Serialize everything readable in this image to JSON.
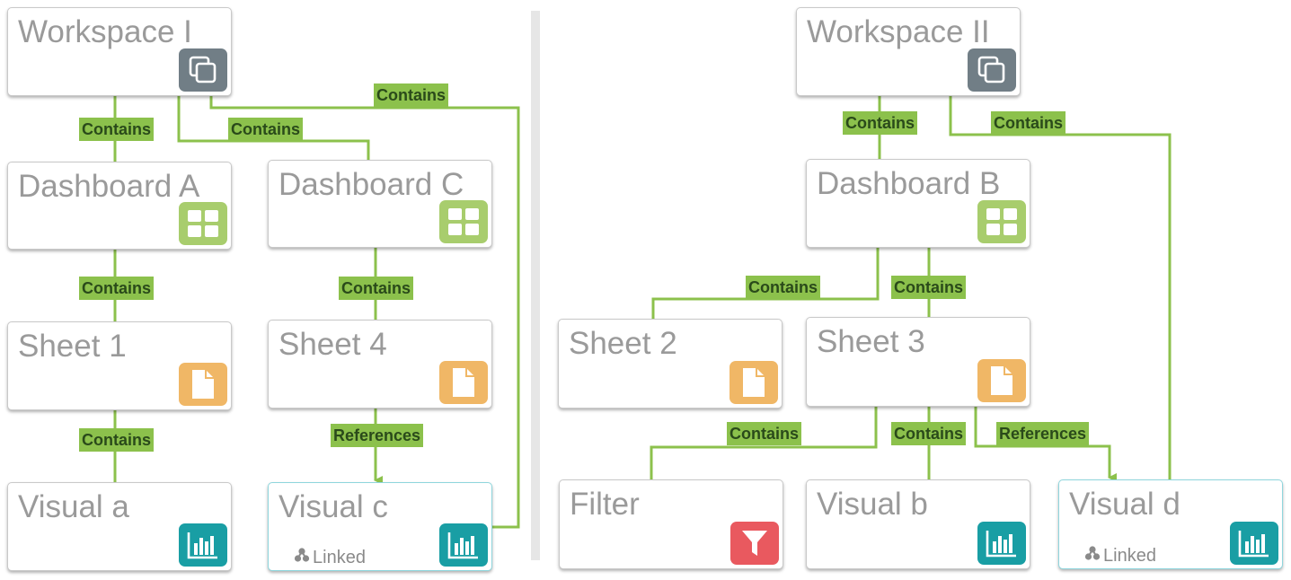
{
  "colors": {
    "edge": "#8cc14c",
    "workspace_icon": "#717e86",
    "dashboard_icon": "#a8cd6d",
    "sheet_icon": "#f0b766",
    "visual_icon": "#199ea4",
    "filter_icon": "#e9595f",
    "node_title": "#9a9a9a"
  },
  "nodes": [
    {
      "id": "workspace-i",
      "title": "Workspace I",
      "icon": "workspace-icon"
    },
    {
      "id": "dashboard-a",
      "title": "Dashboard A",
      "icon": "dashboard-icon"
    },
    {
      "id": "dashboard-c",
      "title": "Dashboard C",
      "icon": "dashboard-icon"
    },
    {
      "id": "sheet-1",
      "title": "Sheet 1",
      "icon": "sheet-icon"
    },
    {
      "id": "sheet-4",
      "title": "Sheet 4",
      "icon": "sheet-icon"
    },
    {
      "id": "visual-a",
      "title": "Visual a",
      "icon": "visual-icon"
    },
    {
      "id": "visual-c",
      "title": "Visual c",
      "icon": "visual-icon",
      "badge": "Linked"
    },
    {
      "id": "workspace-ii",
      "title": "Workspace II",
      "icon": "workspace-icon"
    },
    {
      "id": "dashboard-b",
      "title": "Dashboard B",
      "icon": "dashboard-icon"
    },
    {
      "id": "sheet-2",
      "title": "Sheet 2",
      "icon": "sheet-icon"
    },
    {
      "id": "sheet-3",
      "title": "Sheet 3",
      "icon": "sheet-icon"
    },
    {
      "id": "filter",
      "title": "Filter",
      "icon": "filter-icon"
    },
    {
      "id": "visual-b",
      "title": "Visual b",
      "icon": "visual-icon"
    },
    {
      "id": "visual-d",
      "title": "Visual d",
      "icon": "visual-icon",
      "badge": "Linked"
    }
  ],
  "edges": [
    {
      "from": "workspace-i",
      "to": "dashboard-a",
      "label": "Contains"
    },
    {
      "from": "workspace-i",
      "to": "dashboard-c",
      "label": "Contains"
    },
    {
      "from": "workspace-i",
      "to": "visual-c",
      "label": "Contains"
    },
    {
      "from": "dashboard-a",
      "to": "sheet-1",
      "label": "Contains"
    },
    {
      "from": "dashboard-c",
      "to": "sheet-4",
      "label": "Contains"
    },
    {
      "from": "sheet-1",
      "to": "visual-a",
      "label": "Contains"
    },
    {
      "from": "sheet-4",
      "to": "visual-c",
      "label": "References"
    },
    {
      "from": "workspace-ii",
      "to": "dashboard-b",
      "label": "Contains"
    },
    {
      "from": "workspace-ii",
      "to": "visual-d",
      "label": "Contains"
    },
    {
      "from": "dashboard-b",
      "to": "sheet-2",
      "label": "Contains"
    },
    {
      "from": "dashboard-b",
      "to": "sheet-3",
      "label": "Contains"
    },
    {
      "from": "sheet-3",
      "to": "filter",
      "label": "Contains"
    },
    {
      "from": "sheet-3",
      "to": "visual-b",
      "label": "Contains"
    },
    {
      "from": "sheet-3",
      "to": "visual-d",
      "label": "References"
    }
  ]
}
